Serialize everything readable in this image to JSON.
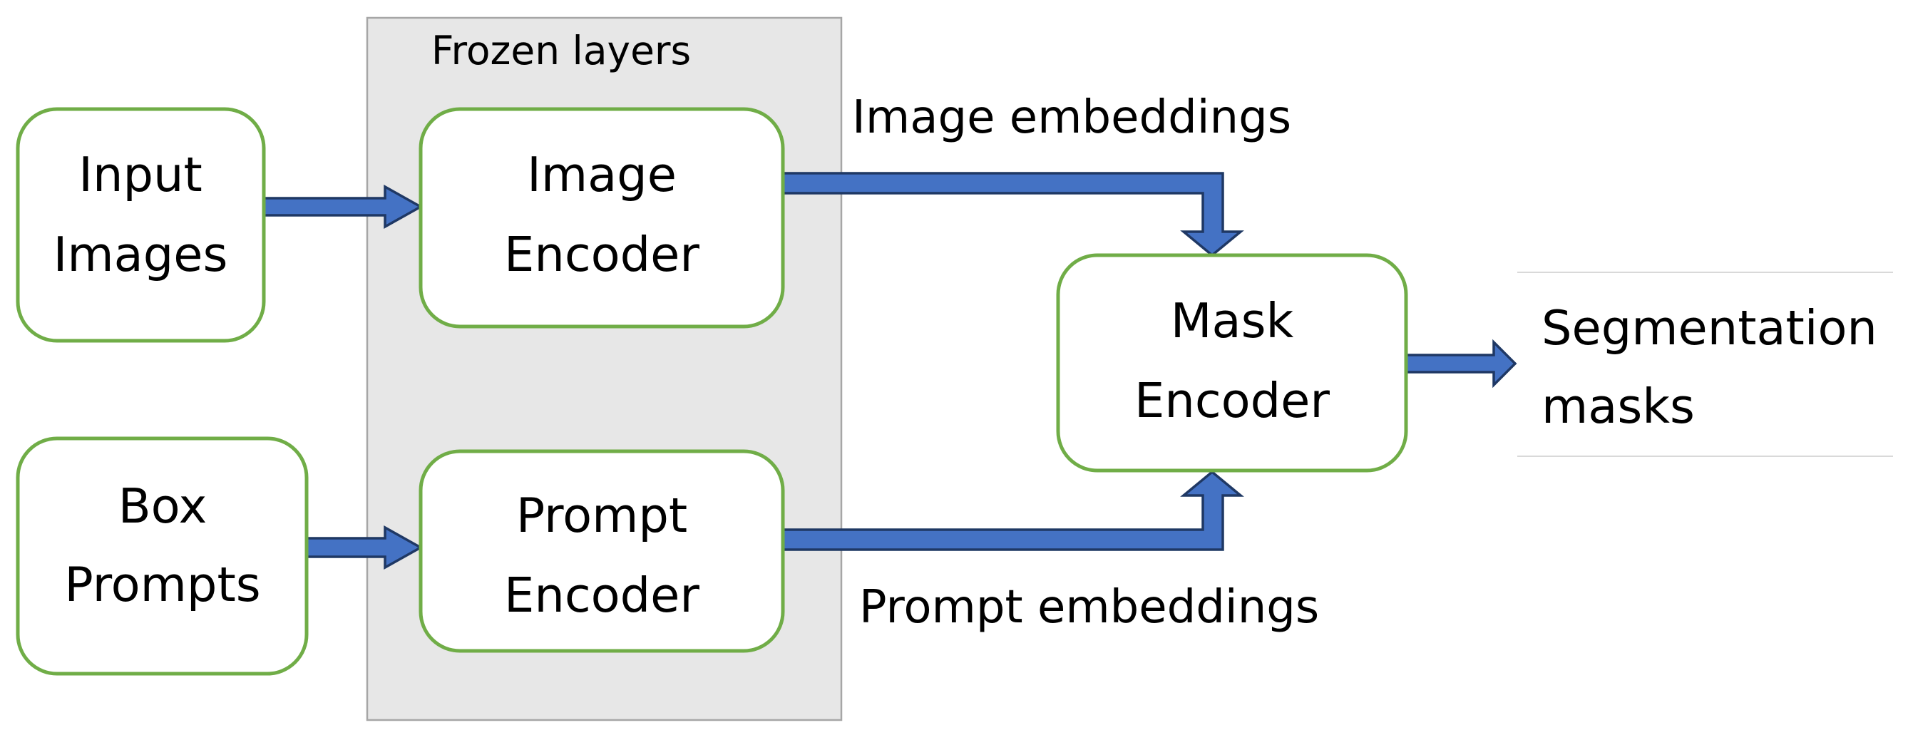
{
  "group": {
    "label": "Frozen layers"
  },
  "nodes": {
    "input_images": {
      "line1": "Input",
      "line2": "Images"
    },
    "box_prompts": {
      "line1": "Box",
      "line2": "Prompts"
    },
    "image_encoder": {
      "line1": "Image",
      "line2": "Encoder"
    },
    "prompt_encoder": {
      "line1": "Prompt",
      "line2": "Encoder"
    },
    "mask_encoder": {
      "line1": "Mask",
      "line2": "Encoder"
    },
    "output": {
      "line1": "Segmentation",
      "line2": "masks"
    }
  },
  "edges": {
    "image_embeddings": "Image embeddings",
    "prompt_embeddings": "Prompt embeddings"
  },
  "colors": {
    "node_border": "#70ad47",
    "arrow_fill": "#4472c4",
    "arrow_border": "#1f3864",
    "group_fill": "#e7e7e7",
    "group_border": "#a6a6a6"
  }
}
